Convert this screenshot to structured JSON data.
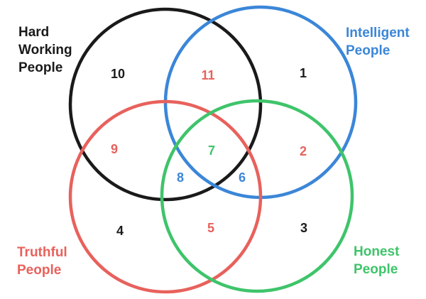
{
  "diagram": {
    "colors": {
      "hard_working": "#1a1a1a",
      "intelligent": "#3b86d8",
      "truthful": "#e8615c",
      "honest": "#3ec46a"
    },
    "sets": {
      "hard_working": {
        "label_lines": [
          "Hard",
          "Working",
          "People"
        ]
      },
      "intelligent": {
        "label_lines": [
          "Intelligent",
          "People"
        ]
      },
      "truthful": {
        "label_lines": [
          "Truthful",
          "People"
        ]
      },
      "honest": {
        "label_lines": [
          "Honest",
          "People"
        ]
      }
    },
    "regions": {
      "hard_working_only": "10",
      "hard_working_intelligent": "11",
      "intelligent_only": "1",
      "hard_working_truthful": "9",
      "all_four": "7",
      "intelligent_honest": "2",
      "hard_working_truthful_honest": "8",
      "hard_working_intelligent_honest": "6",
      "truthful_only": "4",
      "truthful_honest": "5",
      "honest_only": "3"
    }
  }
}
